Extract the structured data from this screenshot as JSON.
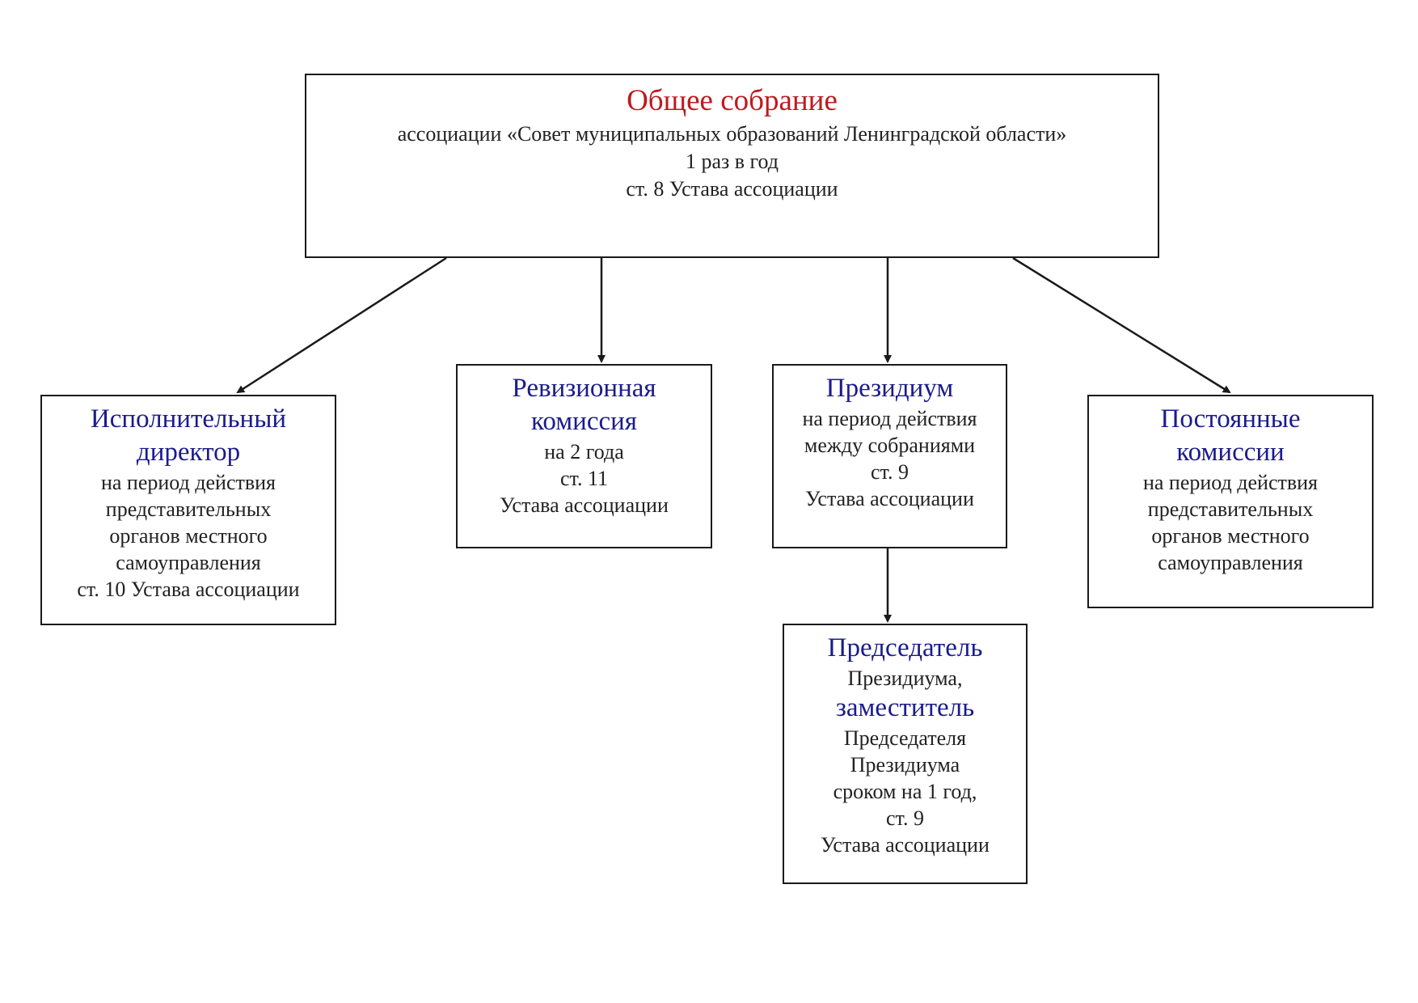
{
  "general_assembly": {
    "title": "Общее собрание",
    "lines": [
      "ассоциации «Совет муниципальных образований Ленинградской области»",
      "1 раз в год",
      "ст. 8 Устава ассоциации"
    ]
  },
  "executive_director": {
    "title_lines": [
      "Исполнительный",
      "директор"
    ],
    "lines": [
      "на период действия",
      "представительных",
      "органов местного",
      "самоуправления",
      "ст. 10 Устава ассоциации"
    ]
  },
  "audit_commission": {
    "title_lines": [
      "Ревизионная",
      "комиссия"
    ],
    "lines": [
      "на 2 года",
      "ст. 11",
      "Устава ассоциации"
    ]
  },
  "presidium": {
    "title": "Президиум",
    "lines": [
      "на период действия",
      "между собраниями",
      "ст. 9",
      "Устава ассоциации"
    ]
  },
  "permanent_commissions": {
    "title_lines": [
      "Постоянные",
      "комиссии"
    ],
    "lines": [
      "на период действия",
      "представительных",
      "органов местного",
      "самоуправления"
    ]
  },
  "chairman": {
    "title": "Председатель",
    "line_1": "Президиума,",
    "title_2": "заместитель",
    "lines": [
      "Председателя",
      "Президиума",
      "сроком на 1 год,",
      "ст. 9",
      "Устава ассоциации"
    ]
  }
}
